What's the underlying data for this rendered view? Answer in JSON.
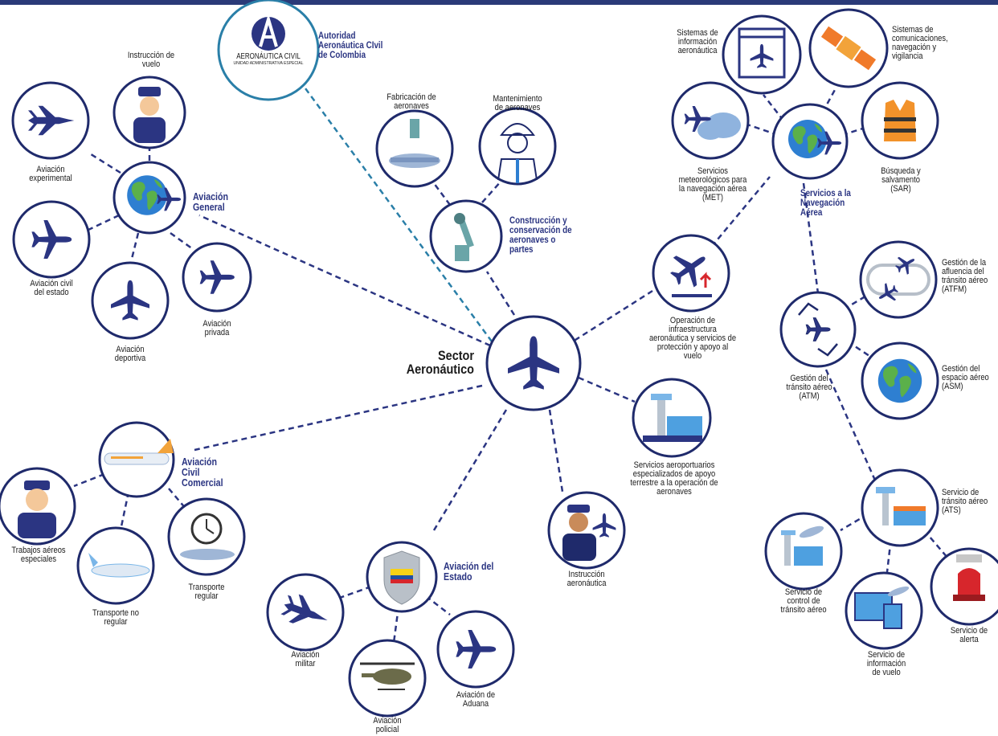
{
  "colors": {
    "navy": "#2b3582",
    "ring": "#1f2a6b",
    "teal": "#2a7fa8",
    "accent_red": "#d7262c"
  },
  "center": {
    "label": "Sector\nAeronáutico"
  },
  "authority": {
    "logo_text": "AERONÁUTICA CIVIL",
    "logo_subtext": "UNIDAD ADMINISTRATIVA ESPECIAL",
    "label": "Autoridad\nAeronáutica CIvil\nde Colombia"
  },
  "aviacion_general": {
    "label": "Aviación\nGeneral",
    "children": {
      "instruccion_vuelo": "Instrucción de\nvuelo",
      "experimental": "Aviación\nexperimental",
      "civil_estado": "Aviación civil\ndel estado",
      "deportiva": "Aviación\ndeportiva",
      "privada": "Aviación\nprivada"
    }
  },
  "construccion": {
    "label": "Construcción y\nconservación de\naeronaves o\npartes",
    "children": {
      "fabricacion": "Fabricación de\naeronaves",
      "mantenimiento": "Mantenimiento\nde aeronaves"
    }
  },
  "servicios_navegacion": {
    "label": "Servicios a la\nNavegación\nAérea",
    "children": {
      "sistemas_info": "Sistemas de\ninformación\naeronáutica",
      "sistemas_com": "Sistemas de\ncomunicaciones,\nnavegación y\nvigilancia",
      "met": "Servicios\nmeteorológicos para\nla navegación aérea\n(MET)",
      "sar": "Búsqueda y\nsalvamento\n(SAR)"
    }
  },
  "operacion": {
    "label": "Operación de\ninfraestructura\naeronáutica y servicios de\nprotección y apoyo al\nvuelo"
  },
  "atm": {
    "label": "Gestión del\ntránsito aéreo\n(ATM)",
    "children": {
      "atfm": "Gestión de la\nafluencia del\ntránsito aéreo\n(ATFM)",
      "asm": "Gestión del\nespacio aéreo\n(ASM)"
    }
  },
  "ats": {
    "label": "Servicio de\ntránsito aéreo\n(ATS)",
    "children": {
      "control": "Servicio de\ncontrol de\ntránsito aéreo",
      "informacion": "Servicio de\ninformación\nde vuelo",
      "alerta": "Servicio de\nalerta"
    }
  },
  "servicios_aeroportuarios": {
    "label": "Servicios aeroportuarios\nespecializados de apoyo\nterrestre a la operación de\naeronaves"
  },
  "instruccion_aeronautica": {
    "label": "Instrucción\naeronáutica"
  },
  "aviacion_comercial": {
    "label": "Aviación\nCivil\nComercial",
    "children": {
      "trabajos": "Trabajos aéreos\nespeciales",
      "no_regular": "Transporte no\nregular",
      "regular": "Transporte\nregular"
    }
  },
  "aviacion_estado": {
    "label": "Aviación del\nEstado",
    "children": {
      "militar": "Aviación\nmilitar",
      "policial": "Aviación\npolicial",
      "aduana": "Aviación de\nAduana"
    }
  }
}
